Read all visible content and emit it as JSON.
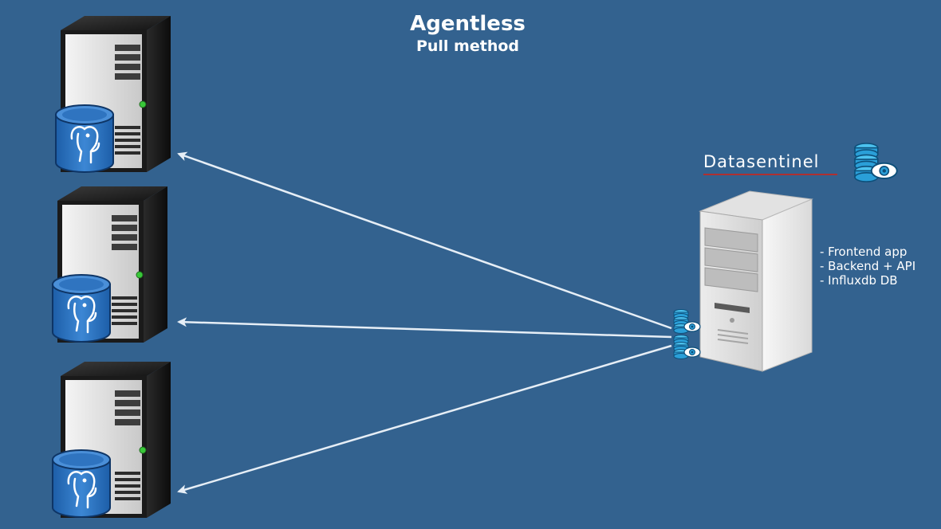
{
  "header": {
    "title": "Agentless",
    "subtitle": "Pull method"
  },
  "brand": {
    "name": "Datasentinel",
    "logo_icon": "database-eye-icon"
  },
  "central_server": {
    "features": [
      "- Frontend app",
      "- Backend + API",
      "- Influxdb DB"
    ]
  },
  "monitored_servers": [
    {
      "icon": "postgresql-database-icon"
    },
    {
      "icon": "postgresql-database-icon"
    },
    {
      "icon": "postgresql-database-icon"
    }
  ],
  "colors": {
    "background": "#33628f",
    "arrow": "#e6eef6",
    "database_blue": "#2f74c0",
    "brand_accent": "#b03030",
    "status_led": "#39c839",
    "logo_blue": "#2a9fd8"
  }
}
